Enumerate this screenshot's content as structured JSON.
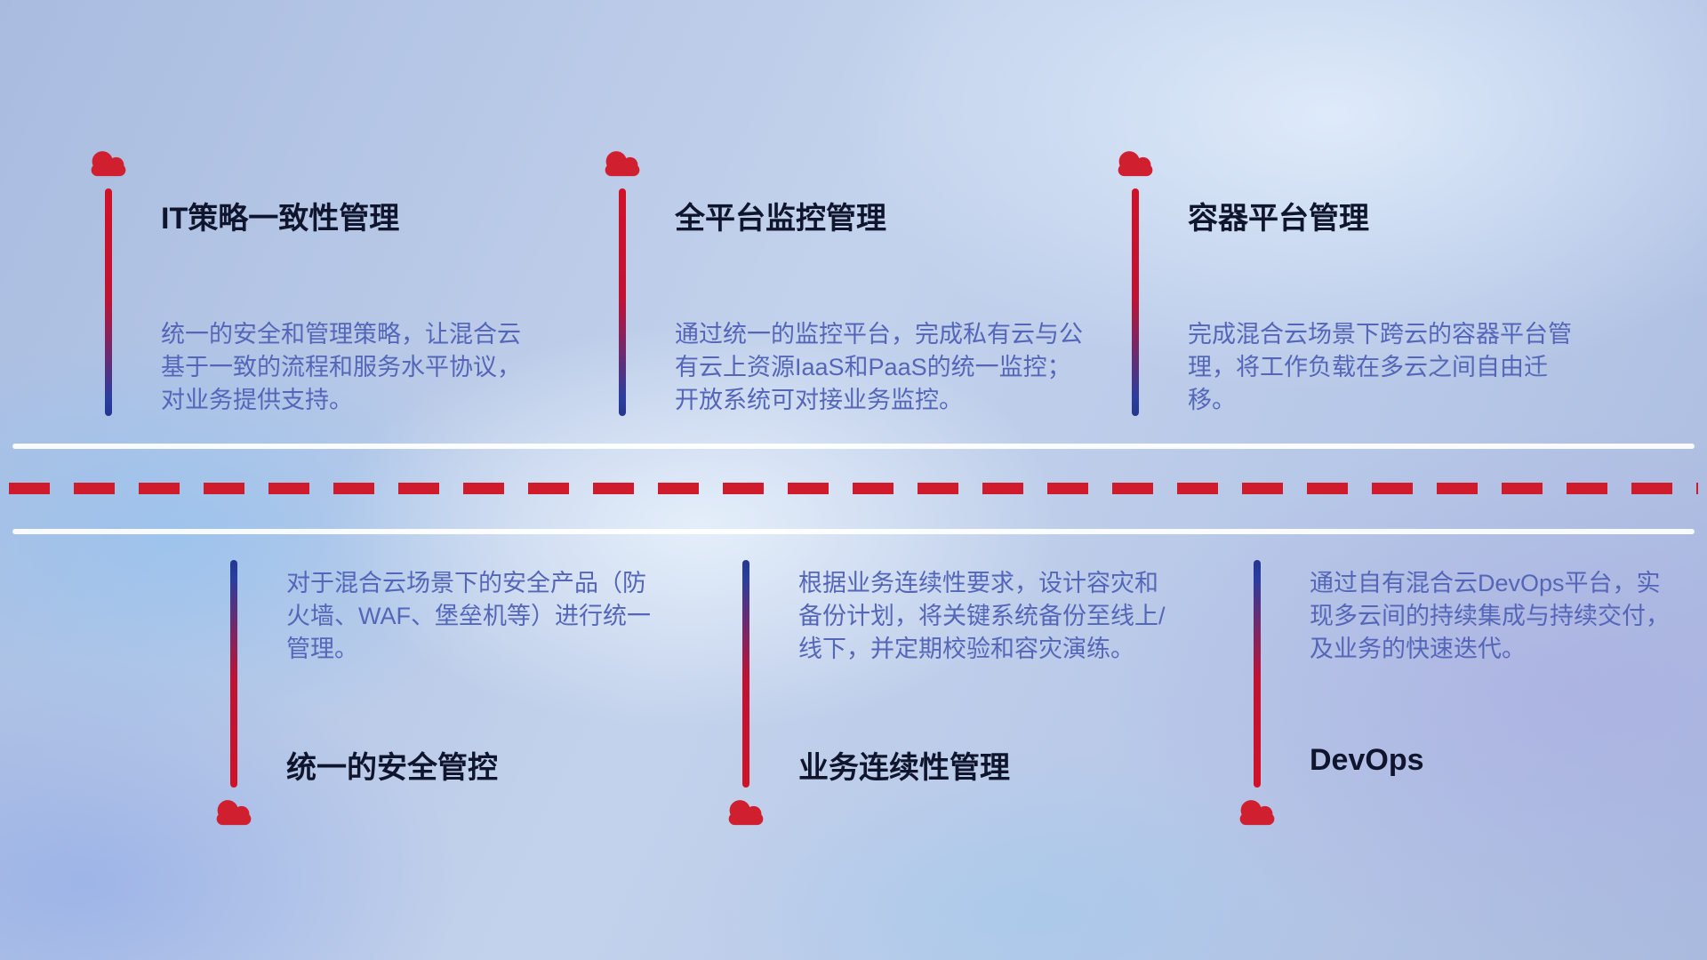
{
  "colors": {
    "red": "#cf1b2b",
    "line_blue": "#2b3e9e",
    "title_text": "#10152e",
    "desc_text": "#5566b8",
    "divider_white": "#ffffff"
  },
  "icons": {
    "cloud": "cloud-icon"
  },
  "top_items": [
    {
      "title": "IT策略一致性管理",
      "desc": "统一的安全和管理策略，让混合云基于一致的流程和服务水平协议，对业务提供支持。"
    },
    {
      "title": "全平台监控管理",
      "desc": "通过统一的监控平台，完成私有云与公有云上资源IaaS和PaaS的统一监控；开放系统可对接业务监控。"
    },
    {
      "title": "容器平台管理",
      "desc": "完成混合云场景下跨云的容器平台管理，将工作负载在多云之间自由迁移。"
    }
  ],
  "bottom_items": [
    {
      "title": "统一的安全管控",
      "desc": "对于混合云场景下的安全产品（防火墙、WAF、堡垒机等）进行统一管理。"
    },
    {
      "title": "业务连续性管理",
      "desc": "根据业务连续性要求，设计容灾和备份计划，将关键系统备份至线上/线下，并定期校验和容灾演练。"
    },
    {
      "title": "DevOps",
      "desc": "通过自有混合云DevOps平台，实现多云间的持续集成与持续交付，及业务的快速迭代。"
    }
  ]
}
